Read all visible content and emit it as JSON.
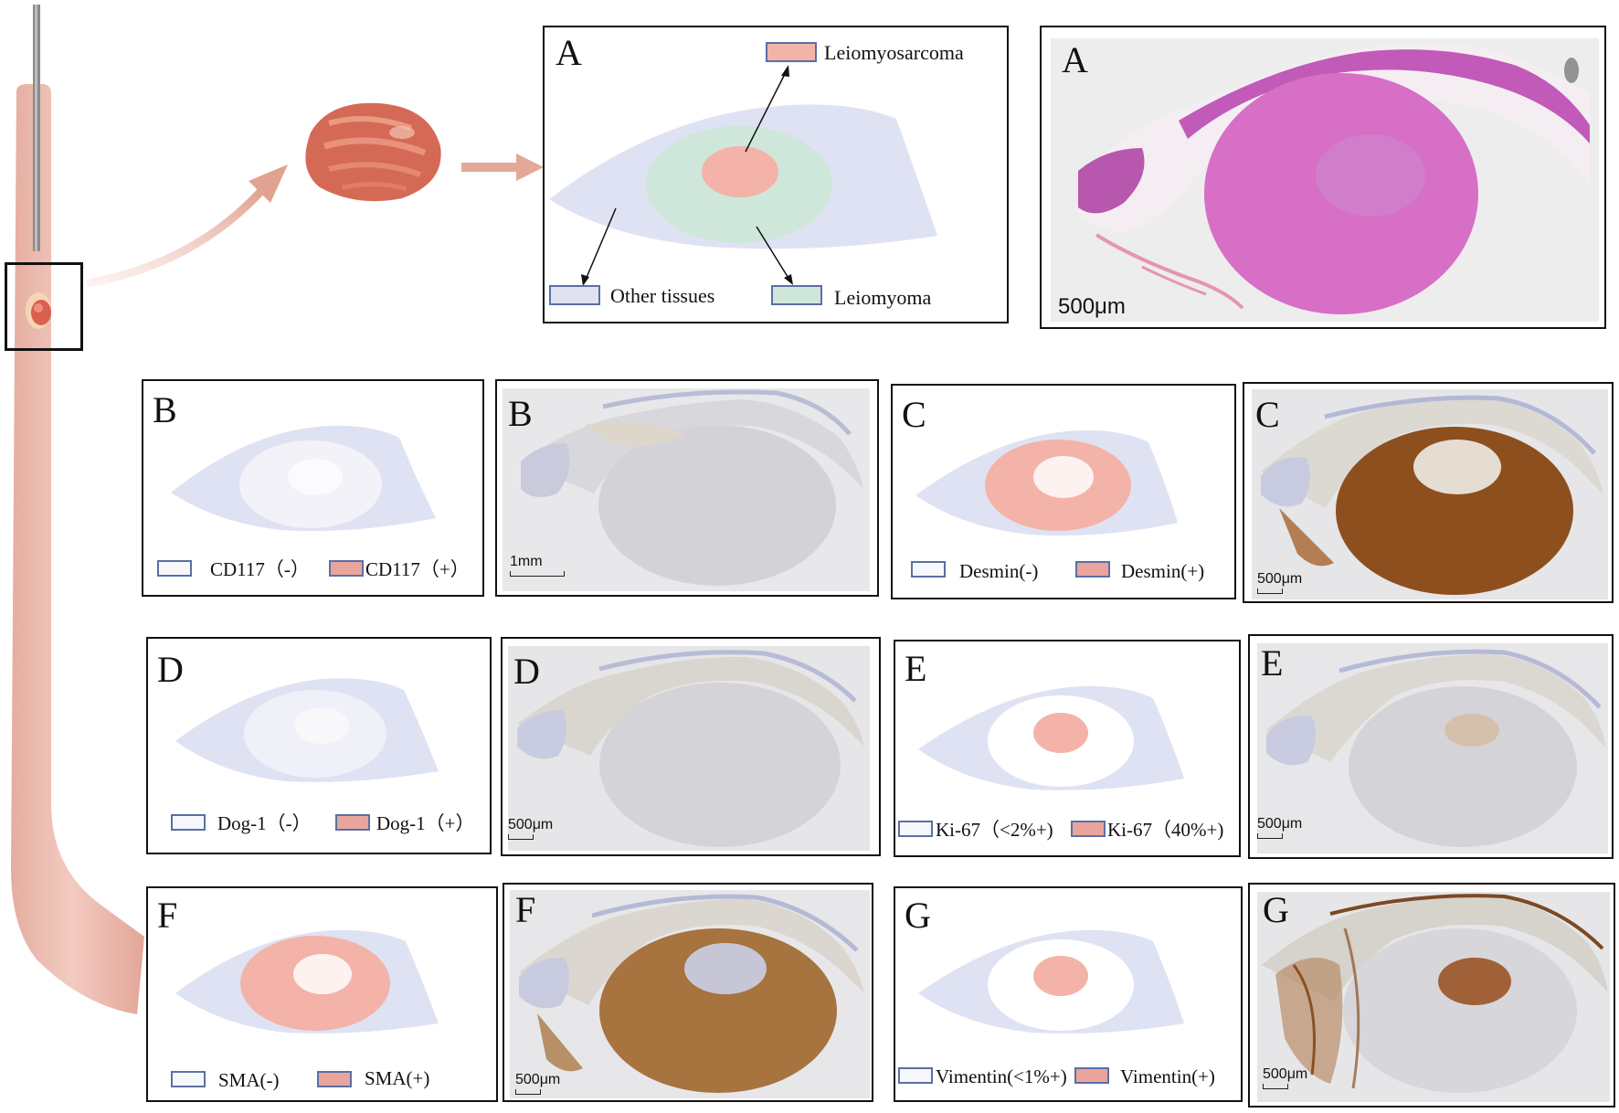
{
  "colors": {
    "other_tissue": "#dfe2f3",
    "leiomyoma": "#cfe7da",
    "sarcoma": "#f3b3a9",
    "white_zone": "#f7f7fb",
    "he_stain": "#d66fc5",
    "dab_brown": "#9a5a24",
    "border": "#111111",
    "legend_box_border": "#5b6fa6",
    "tube": "#ecbcb0",
    "arrow": "#e3a898"
  },
  "icons": [
    "leiomyosarcoma-specimen-icon",
    "catheter-tube-icon"
  ],
  "panels": {
    "a": {
      "letter": "A",
      "photo_letter": "A",
      "scale": "500μm",
      "legend": {
        "sarcoma": "Leiomyosarcoma",
        "other": "Other tissues",
        "leiomyoma": "Leiomyoma"
      }
    },
    "b": {
      "letter": "B",
      "photo_letter": "B",
      "scale": "1mm",
      "neg": "CD117（-）",
      "pos": "CD117（+）"
    },
    "c": {
      "letter": "C",
      "photo_letter": "C",
      "scale": "500μm",
      "neg": "Desmin(-)",
      "pos": "Desmin(+)"
    },
    "d": {
      "letter": "D",
      "photo_letter": "D",
      "scale": "500μm",
      "neg": "Dog-1（-）",
      "pos": "Dog-1（+）"
    },
    "e": {
      "letter": "E",
      "photo_letter": "E",
      "scale": "500μm",
      "neg": "Ki-67（<2%+)",
      "pos": "Ki-67（40%+)"
    },
    "f": {
      "letter": "F",
      "photo_letter": "F",
      "scale": "500μm",
      "neg": "SMA(-)",
      "pos": "SMA(+)"
    },
    "g": {
      "letter": "G",
      "photo_letter": "G",
      "scale": "500μm",
      "neg": "Vimentin(<1%+)",
      "pos": "Vimentin(+)"
    }
  }
}
